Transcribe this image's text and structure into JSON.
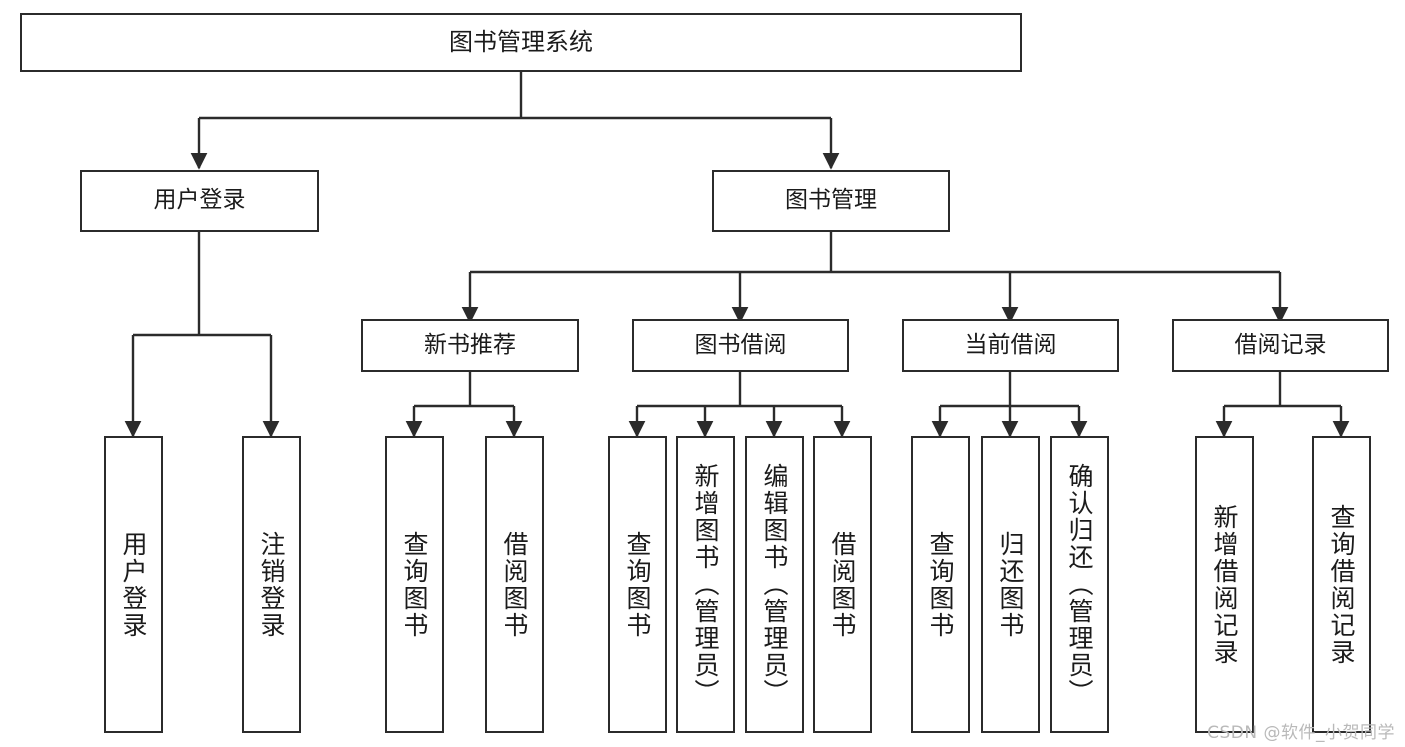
{
  "diagram": {
    "title": "图书管理系统",
    "type": "tree-hierarchy-chart",
    "stroke_color": "#2b2b2b",
    "text_color": "#1b1b1b",
    "background_color": "#ffffff",
    "root": {
      "label": "图书管理系统"
    },
    "level2": [
      {
        "label": "用户登录"
      },
      {
        "label": "图书管理"
      }
    ],
    "level3": [
      {
        "label": "新书推荐"
      },
      {
        "label": "图书借阅"
      },
      {
        "label": "当前借阅"
      },
      {
        "label": "借阅记录"
      }
    ],
    "leaves": {
      "user_login": [
        {
          "label": "用户登录"
        },
        {
          "label": "注销登录"
        }
      ],
      "new_book_recommend": [
        {
          "label": "查询图书"
        },
        {
          "label": "借阅图书"
        }
      ],
      "book_borrow": [
        {
          "label": "查询图书"
        },
        {
          "label": "新增图书（管理员）"
        },
        {
          "label": "编辑图书（管理员）"
        },
        {
          "label": "借阅图书"
        }
      ],
      "current_borrow": [
        {
          "label": "查询图书"
        },
        {
          "label": "归还图书"
        },
        {
          "label": "确认归还（管理员）"
        }
      ],
      "borrow_record": [
        {
          "label": "新增借阅记录"
        },
        {
          "label": "查询借阅记录"
        }
      ]
    }
  },
  "watermark": {
    "text": "CSDN @软件_小贺同学"
  }
}
